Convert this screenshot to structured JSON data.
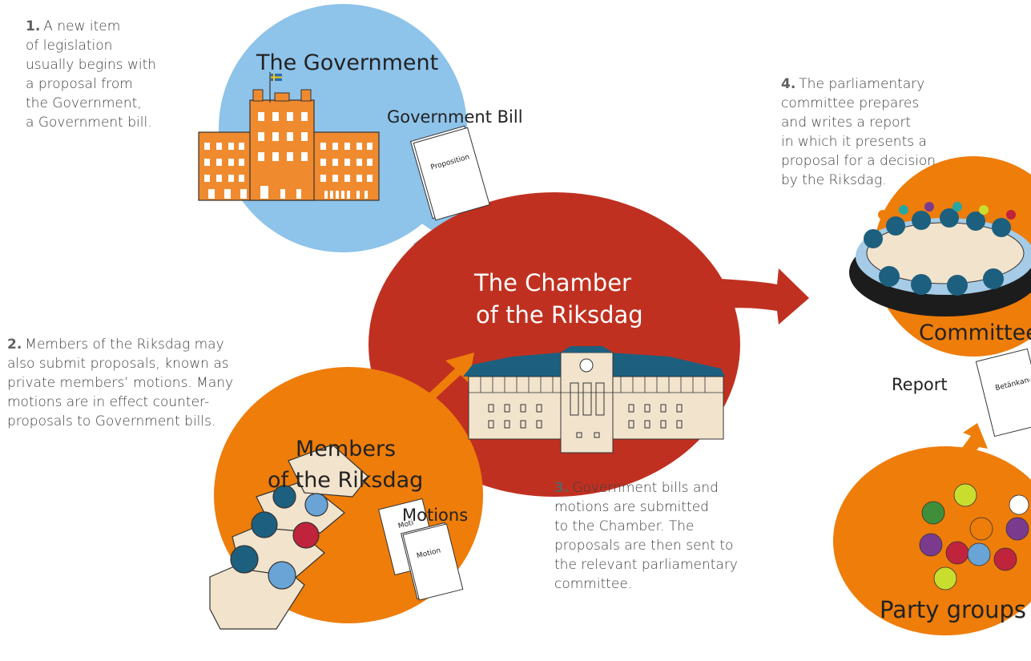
{
  "steps": [
    {
      "num": "1.",
      "lines": [
        "A new item",
        "of legislation",
        "usually begins with",
        "a proposal from",
        "the Government,",
        "a Government bill."
      ]
    },
    {
      "num": "2.",
      "lines": [
        "Members of the Riksdag may",
        "also submit proposals, known as",
        "private members’ motions. Many",
        "motions are in effect counter-",
        "proposals to Government bills."
      ]
    },
    {
      "num": "3.",
      "lines": [
        "Government bills and",
        "motions are submitted",
        "to the Chamber. The",
        "proposals are then sent to",
        "the relevant parliamentary",
        "committee."
      ]
    },
    {
      "num": "4.",
      "lines": [
        "The parliamentary",
        "committee prepares",
        "and writes a report",
        "in which it presents a",
        "proposal for a decision",
        "by the Riksdag."
      ]
    }
  ],
  "labels": {
    "government": "The Government",
    "government_bill": "Government Bill",
    "chamber_line1": "The Chamber",
    "chamber_line2": "of the Riksdag",
    "members_line1": "Members",
    "members_line2": "of the Riksdag",
    "motions": "Motions",
    "committee": "Committee",
    "report": "Report",
    "party_groups": "Party groups"
  },
  "documents": {
    "proposition": "Proposition",
    "motion_back": "Motion",
    "motion_front": "Motion",
    "betankande": "Betänkande"
  },
  "colors": {
    "government_blue": "#8ec3ea",
    "chamber_red": "#c03020",
    "orange": "#ee7d0a",
    "building_orange": "#f08a2e",
    "chamber_building": "#f2e3cc",
    "chamber_roof": "#1d5f7e"
  }
}
